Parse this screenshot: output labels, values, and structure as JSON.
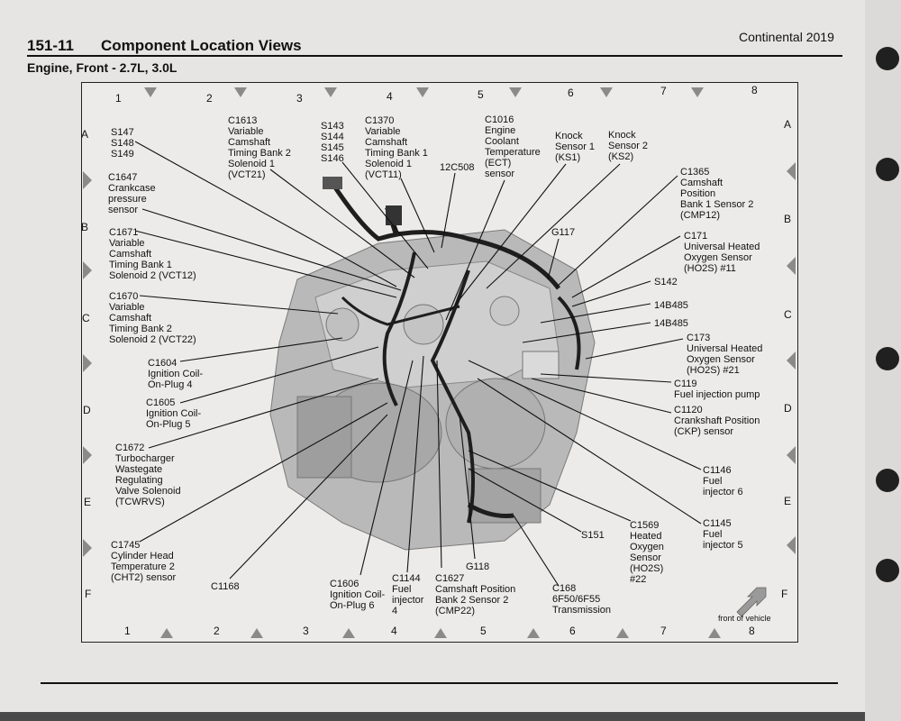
{
  "header": {
    "section": "151-11",
    "title": "Component Location Views",
    "book": "Continental 2019",
    "subtitle": "Engine, Front - 2.7L, 3.0L"
  },
  "grid": {
    "columns": [
      "1",
      "2",
      "3",
      "4",
      "5",
      "6",
      "7",
      "8"
    ],
    "rows": [
      "A",
      "B",
      "C",
      "D",
      "E",
      "F"
    ]
  },
  "arrow_label": "front of vehicle",
  "labels": {
    "s147": "S147\nS148\nS149",
    "c1647": "C1647\nCrankcase\npressure\nsensor",
    "c1671": "C1671\nVariable\nCamshaft\nTiming Bank 1\nSolenoid 2 (VCT12)",
    "c1670": "C1670\nVariable\nCamshaft\nTiming Bank 2\nSolenoid 2 (VCT22)",
    "c1604": "C1604\nIgnition Coil-\nOn-Plug 4",
    "c1605": "C1605\nIgnition Coil-\nOn-Plug 5",
    "c1672": "C1672\nTurbocharger\nWastegate\nRegulating\nValve Solenoid\n(TCWRVS)",
    "c1745": "C1745\nCylinder Head\nTemperature 2\n(CHT2) sensor",
    "c1168": "C1168",
    "c1606": "C1606\nIgnition Coil-\nOn-Plug 6",
    "c1144": "C1144\nFuel\ninjector\n4",
    "c1627": "C1627\nCamshaft Position\nBank 2 Sensor 2\n(CMP22)",
    "g118": "G118",
    "c168": "C168\n6F50/6F55\nTransmission",
    "s151": "S151",
    "c1569": "C1569\nHeated\nOxygen\nSensor\n(HO2S)\n#22",
    "c1145": "C1145\nFuel\ninjector 5",
    "c1146": "C1146\nFuel\ninjector 6",
    "c1120": "C1120\nCrankshaft Position\n(CKP) sensor",
    "c119": "C119\nFuel injection pump",
    "c173": "C173\nUniversal Heated\nOxygen Sensor\n(HO2S) #21",
    "b485a": "14B485",
    "b485b": "14B485",
    "s142": "S142",
    "c171": "C171\nUniversal Heated\nOxygen Sensor\n(HO2S) #11",
    "c1365": "C1365\nCamshaft\nPosition\nBank 1 Sensor 2\n(CMP12)",
    "g117": "G117",
    "ks2": "Knock\nSensor 2\n(KS2)",
    "ks1": "Knock\nSensor 1\n(KS1)",
    "c1016": "C1016\nEngine\nCoolant\nTemperature\n(ECT)\nsensor",
    "c12c508": "12C508",
    "c1370": "C1370\nVariable\nCamshaft\nTiming Bank 1\nSolenoid 1\n(VCT11)",
    "s143": "S143\nS144\nS145\nS146",
    "c1613": "C1613\nVariable\nCamshaft\nTiming Bank 2\nSolenoid 1\n(VCT21)"
  }
}
